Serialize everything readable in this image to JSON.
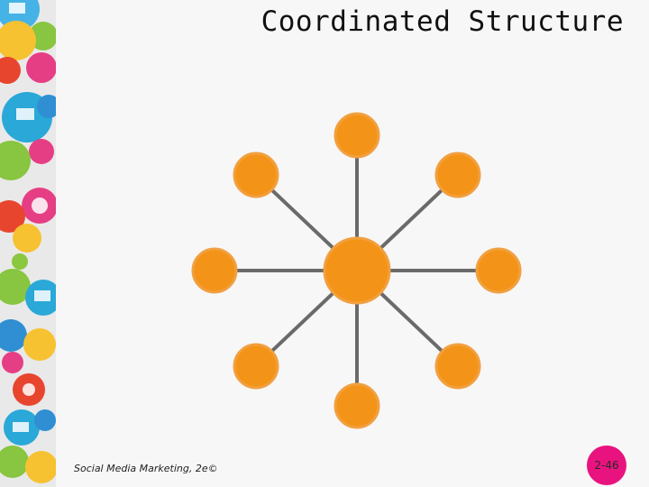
{
  "slide": {
    "title": "Coordinated Structure",
    "footer": "Social Media Marketing, 2e©",
    "page_number": "2-46"
  },
  "diagram": {
    "nodes": [
      {
        "id": "center"
      },
      {
        "id": "top"
      },
      {
        "id": "top-right"
      },
      {
        "id": "right"
      },
      {
        "id": "bottom-right"
      },
      {
        "id": "bottom"
      },
      {
        "id": "bottom-left"
      },
      {
        "id": "left"
      },
      {
        "id": "top-left"
      }
    ],
    "edges": [
      {
        "from": "center",
        "to": "top"
      },
      {
        "from": "center",
        "to": "top-right"
      },
      {
        "from": "center",
        "to": "right"
      },
      {
        "from": "center",
        "to": "bottom-right"
      },
      {
        "from": "center",
        "to": "bottom"
      },
      {
        "from": "center",
        "to": "bottom-left"
      },
      {
        "from": "center",
        "to": "left"
      },
      {
        "from": "center",
        "to": "top-left"
      }
    ]
  },
  "colors": {
    "node_fill": "#f39418",
    "node_stroke": "#f1a041",
    "edge": "#6a6a6a",
    "badge": "#e9137f"
  },
  "icons": [
    "laptop-icon",
    "network-icon",
    "wifi-icon",
    "people-icon",
    "globe-icon",
    "music-icon"
  ]
}
